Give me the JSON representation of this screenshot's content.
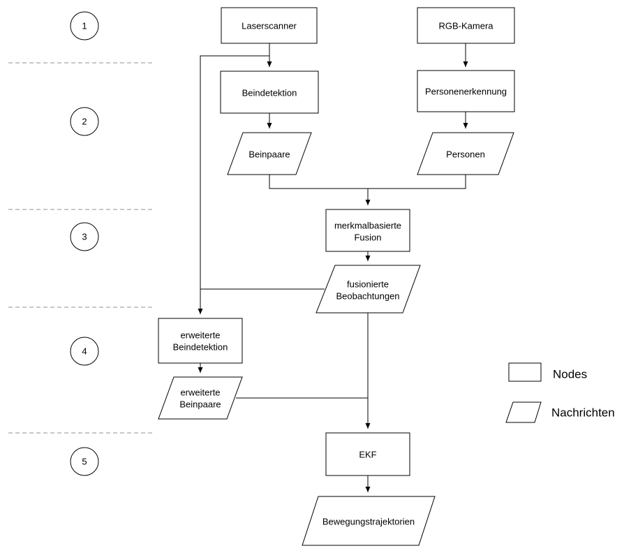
{
  "stages": [
    "1",
    "2",
    "3",
    "4",
    "5"
  ],
  "nodes": {
    "laserscanner": "Laserscanner",
    "rgb_kamera": "RGB-Kamera",
    "beindetektion": "Beindetektion",
    "personenerkennung": "Personenerkennung",
    "beinpaare": "Beinpaare",
    "personen": "Personen",
    "fusion": [
      "merkmalbasierte",
      "Fusion"
    ],
    "fusionierte": [
      "fusionierte",
      "Beobachtungen"
    ],
    "erw_beindetektion": [
      "erweiterte",
      "Beindetektion"
    ],
    "erw_beinpaare": [
      "erweiterte",
      "Beinpaare"
    ],
    "ekf": "EKF",
    "trajektorien": "Bewegungstrajektorien"
  },
  "legend": {
    "nodes": "Nodes",
    "nachrichten": "Nachrichten"
  }
}
